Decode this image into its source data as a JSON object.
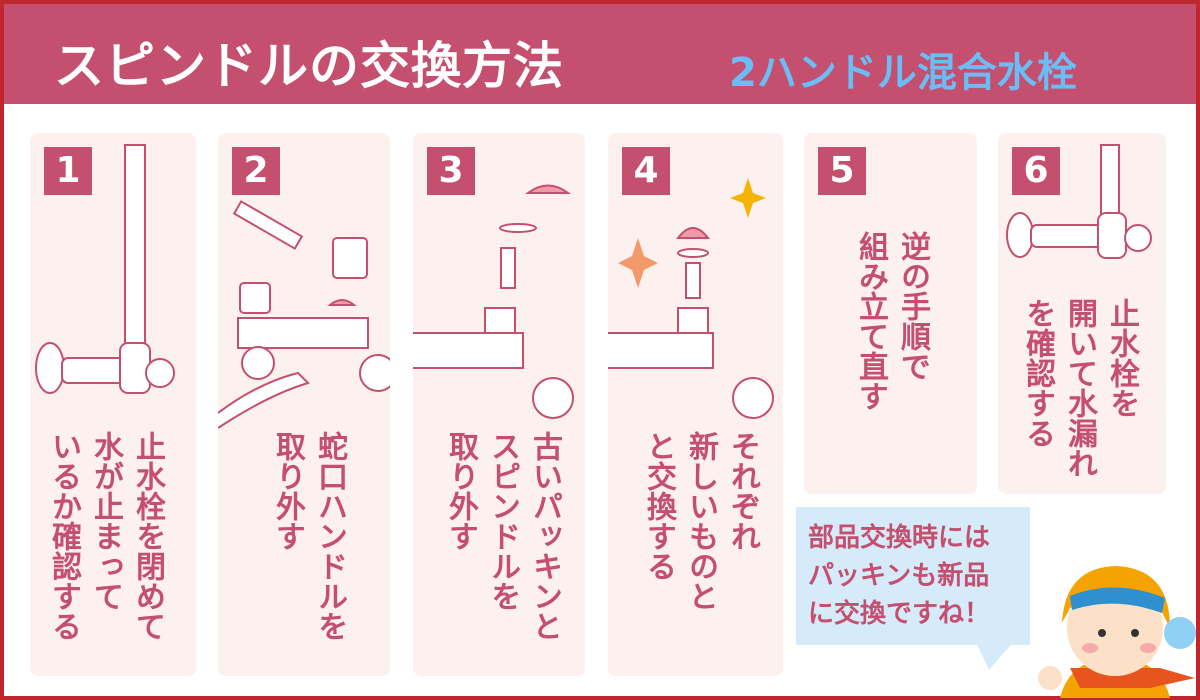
{
  "header": {
    "title": "スピンドルの交換方法",
    "subtitle": "2ハンドル混合水栓"
  },
  "steps": [
    {
      "number": "1",
      "text": "止水栓を閉めて\n水が止まって\nいるか確認する"
    },
    {
      "number": "2",
      "text": "蛇口ハンドルを\n取り外す"
    },
    {
      "number": "3",
      "text": "古いパッキンと\nスピンドルを\n取り外す"
    },
    {
      "number": "4",
      "text": "それぞれ\n新しいものと\nと交換する"
    },
    {
      "number": "5",
      "text": "逆の手順で\n組み立て直す"
    },
    {
      "number": "6",
      "text": "止水栓を\n開いて水漏れ\nを確認する"
    }
  ],
  "bubble": {
    "text": "部品交換時には\nパッキンも新品\nに交換ですね！"
  },
  "colors": {
    "accent": "#c44f6e",
    "border": "#c0272d",
    "card": "#fdf1ef",
    "subtitle": "#6cbcf5",
    "bubble": "#d6ebf9"
  }
}
